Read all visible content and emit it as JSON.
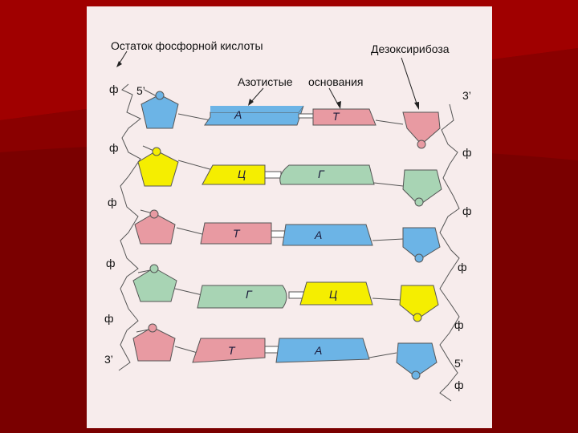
{
  "labels": {
    "phosphate_residue": "Остаток фосфорной кислоты",
    "deoxyribose": "Дезоксирибоза",
    "nitrogenous_bases_1": "Азотистые",
    "nitrogenous_bases_2": "основания"
  },
  "strand_ends": {
    "left_top": "5’",
    "left_bottom": "3’",
    "right_top": "3’",
    "right_bottom": "5’"
  },
  "phosphate_symbol": "ф",
  "base_pairs": [
    {
      "left": "А",
      "right": "Т",
      "left_color": "blue",
      "right_color": "pink"
    },
    {
      "left": "Ц",
      "right": "Г",
      "left_color": "yellow",
      "right_color": "green"
    },
    {
      "left": "Т",
      "right": "А",
      "left_color": "pink",
      "right_color": "blue"
    },
    {
      "left": "Г",
      "right": "Ц",
      "left_color": "green",
      "right_color": "yellow"
    },
    {
      "left": "Т",
      "right": "А",
      "left_color": "pink",
      "right_color": "blue"
    }
  ],
  "colors": {
    "blue": "#6cb4e6",
    "pink": "#e89aa2",
    "yellow": "#f5ee00",
    "green": "#a8d4b4",
    "background": "#7a0000",
    "panel": "#f7ecec"
  }
}
